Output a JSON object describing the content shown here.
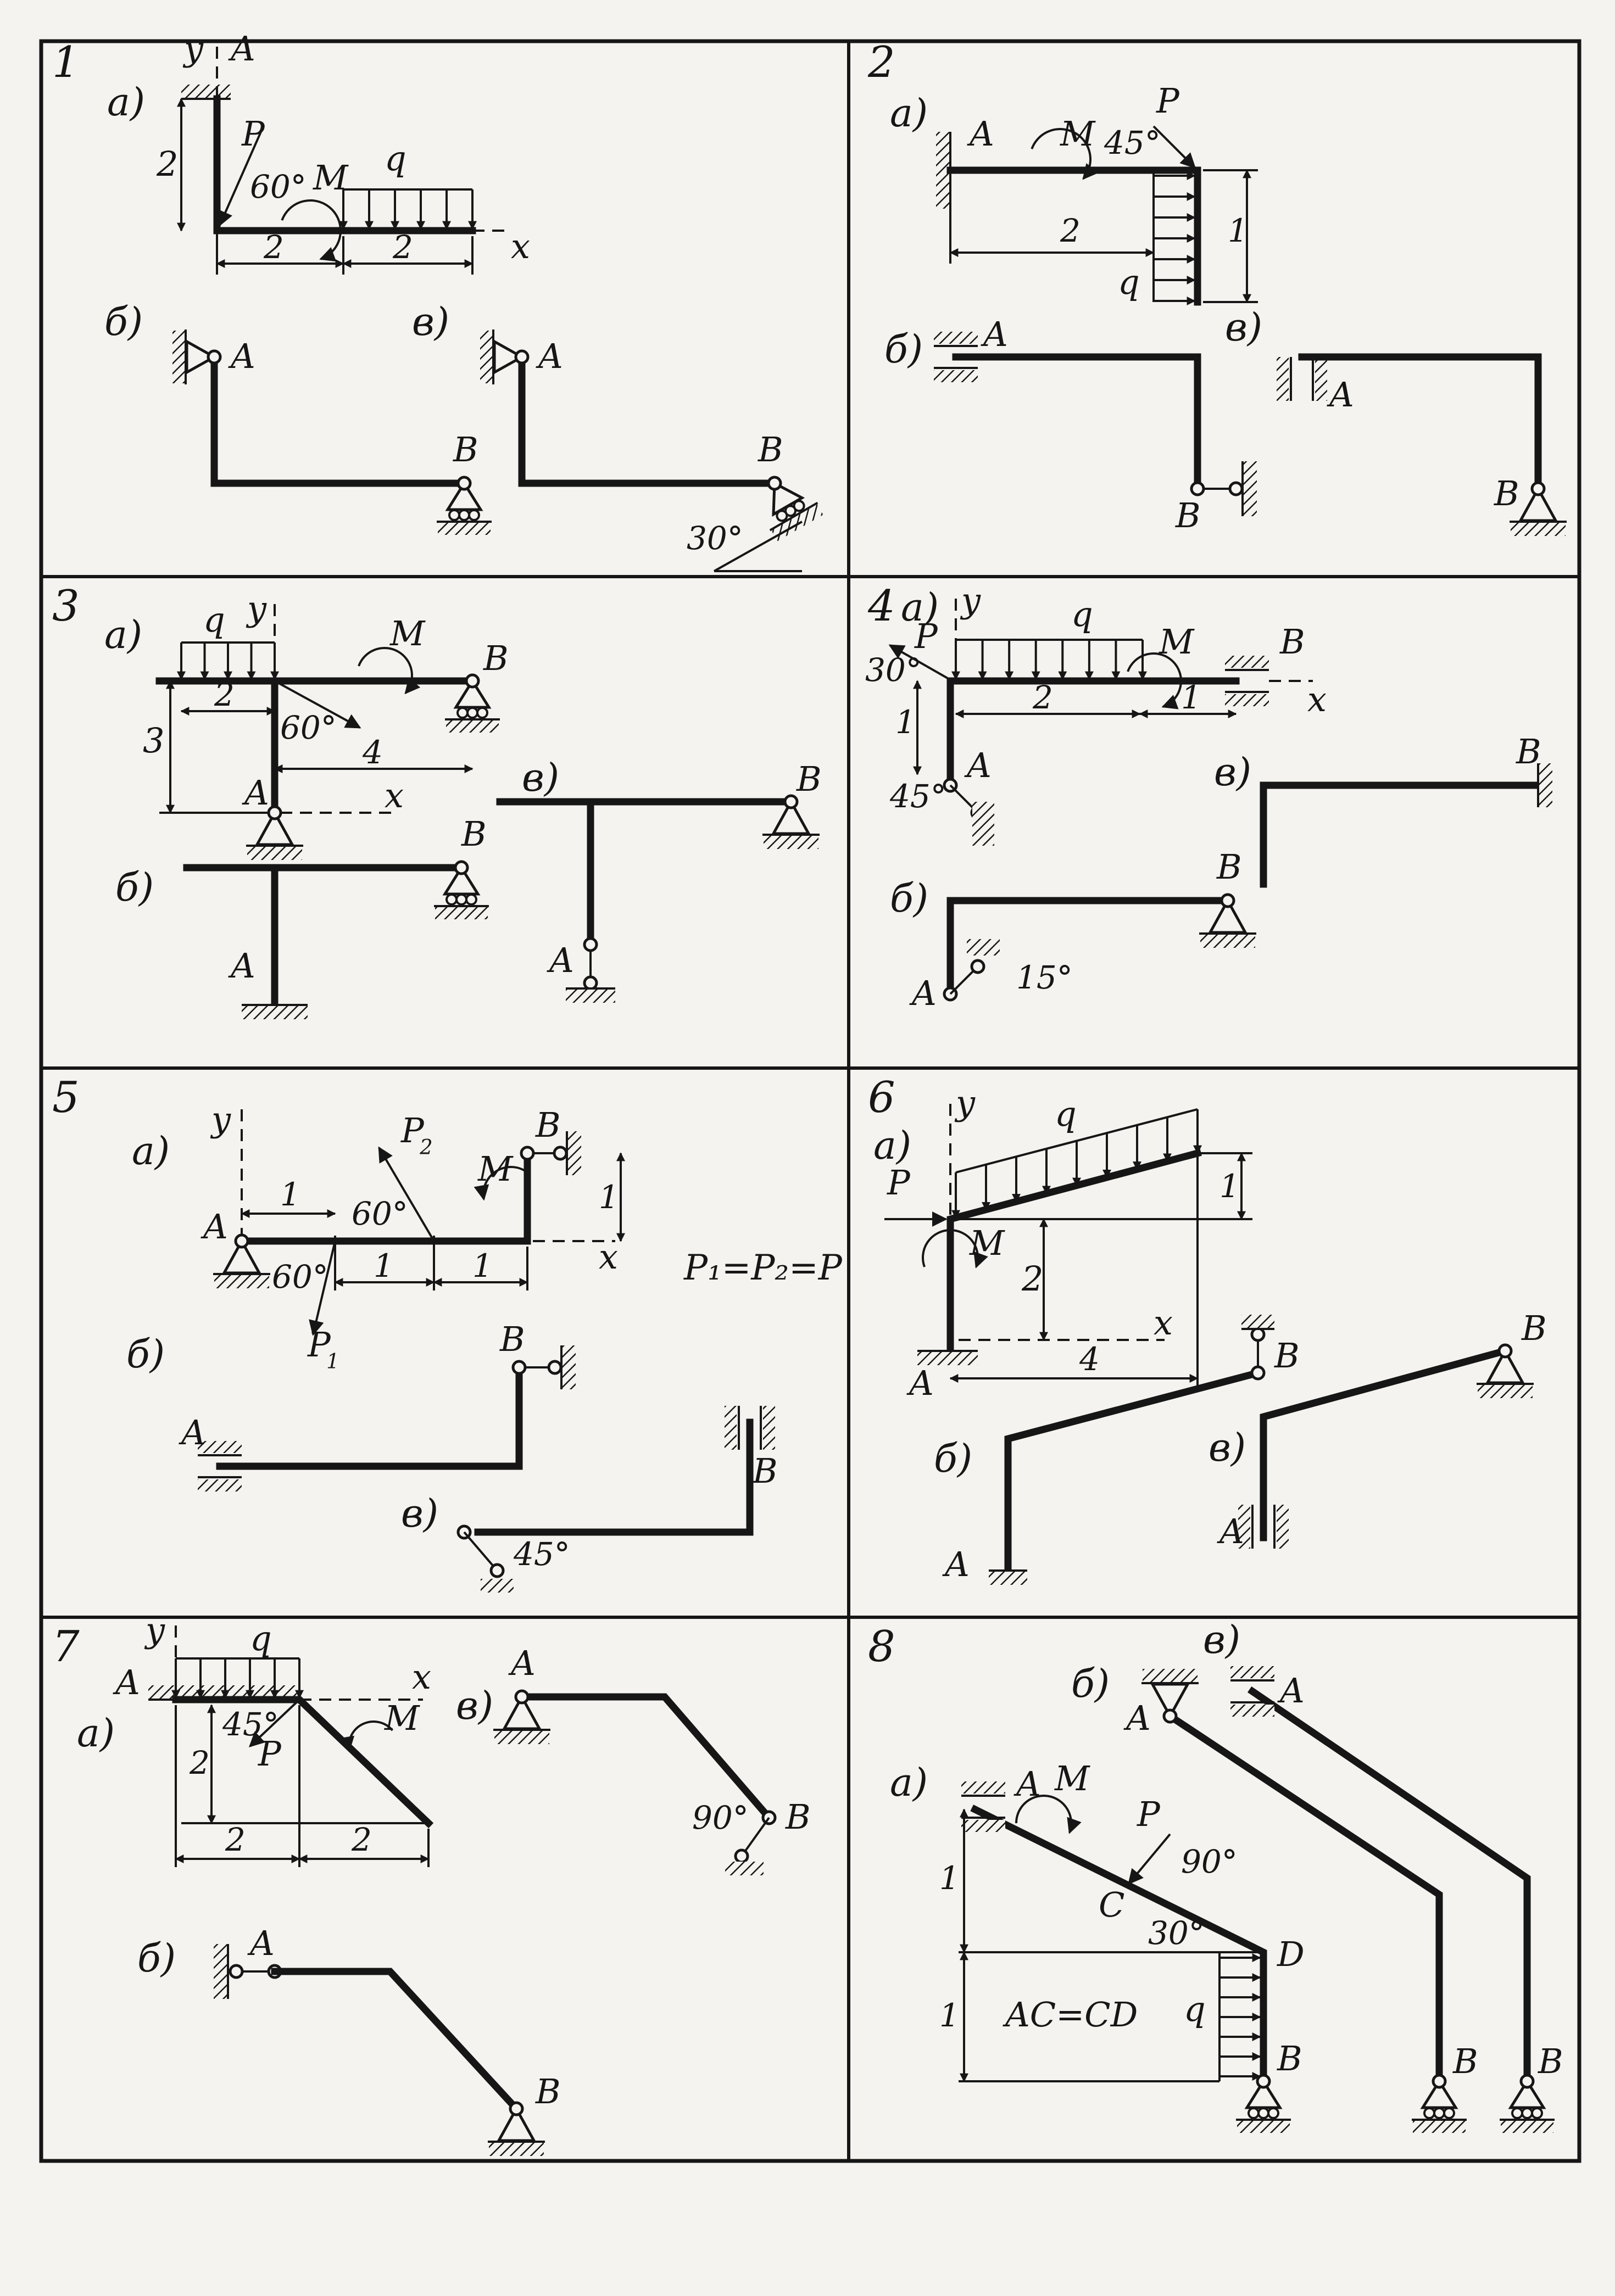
{
  "sheet": {
    "panels": [
      {
        "number": "1"
      },
      {
        "number": "2"
      },
      {
        "number": "3"
      },
      {
        "number": "4"
      },
      {
        "number": "5"
      },
      {
        "number": "6"
      },
      {
        "number": "7"
      },
      {
        "number": "8"
      }
    ]
  },
  "labels": {
    "sub_a": "a)",
    "sub_b": "б)",
    "sub_v": "в)",
    "A": "A",
    "B": "B",
    "C": "C",
    "D": "D",
    "x": "x",
    "y": "y",
    "P": "P",
    "M": "M",
    "q": "q",
    "P1": "P",
    "P1_sub": "1",
    "P2": "P",
    "P2_sub": "2",
    "one": "1",
    "two": "2",
    "three": "3",
    "four": "4",
    "deg15": "15°",
    "deg30": "30°",
    "deg45": "45°",
    "deg60": "60°",
    "deg90": "90°",
    "p5_equation": "P₁=P₂=P",
    "p8_equation": "AC=CD"
  },
  "colors": {
    "ink": "#161616",
    "paper": "#f4f3ef"
  }
}
